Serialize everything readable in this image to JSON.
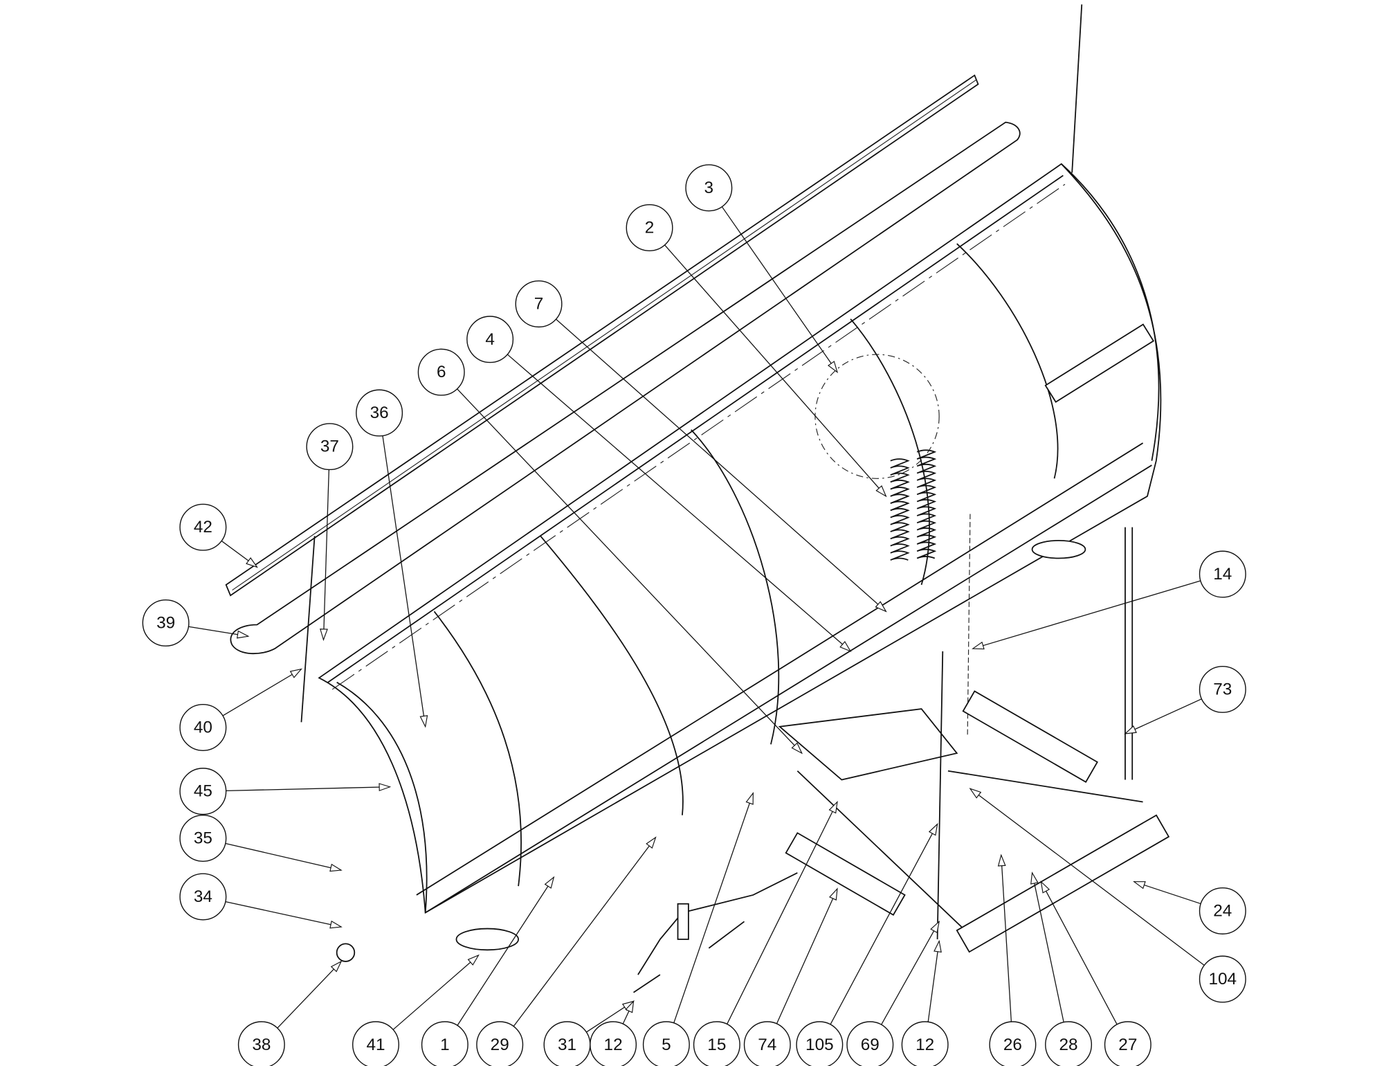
{
  "title": "Snow plow blade assembly exploded parts diagram",
  "callouts": [
    {
      "label": "3"
    },
    {
      "label": "2"
    },
    {
      "label": "7"
    },
    {
      "label": "4"
    },
    {
      "label": "6"
    },
    {
      "label": "36"
    },
    {
      "label": "37"
    },
    {
      "label": "42"
    },
    {
      "label": "39"
    },
    {
      "label": "40"
    },
    {
      "label": "45"
    },
    {
      "label": "35"
    },
    {
      "label": "34"
    },
    {
      "label": "38"
    },
    {
      "label": "41"
    },
    {
      "label": "1"
    },
    {
      "label": "29"
    },
    {
      "label": "31"
    },
    {
      "label": "12"
    },
    {
      "label": "5"
    },
    {
      "label": "15"
    },
    {
      "label": "74"
    },
    {
      "label": "105"
    },
    {
      "label": "69"
    },
    {
      "label": "12"
    },
    {
      "label": "26"
    },
    {
      "label": "28"
    },
    {
      "label": "27"
    },
    {
      "label": "104"
    },
    {
      "label": "24"
    },
    {
      "label": "73"
    },
    {
      "label": "14"
    }
  ]
}
